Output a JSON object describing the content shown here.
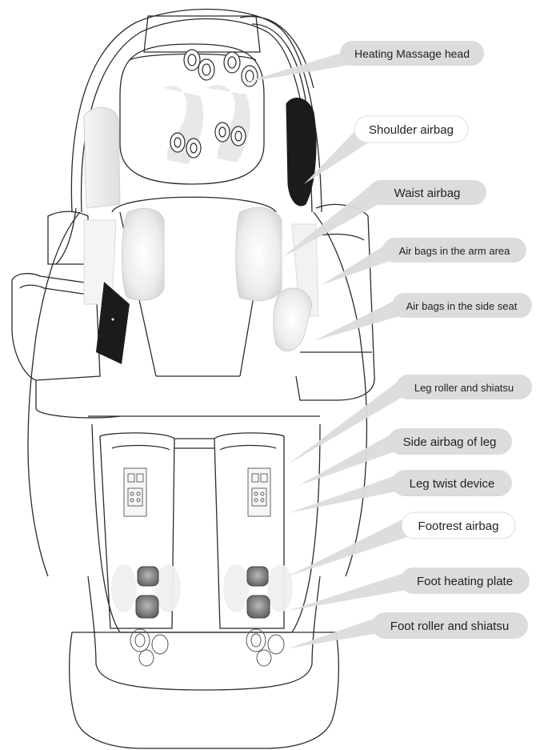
{
  "labels": [
    {
      "id": "heating-massage-head",
      "text": "Heating Massage head"
    },
    {
      "id": "shoulder-airbag",
      "text": "Shoulder airbag"
    },
    {
      "id": "waist-airbag",
      "text": "Waist  airbag"
    },
    {
      "id": "arm-area-airbags",
      "text": "Air bags in the arm area"
    },
    {
      "id": "side-seat-airbags",
      "text": "Air bags in the side seat"
    },
    {
      "id": "leg-roller-shiatsu",
      "text": "Leg roller and shiatsu"
    },
    {
      "id": "side-airbag-leg",
      "text": "Side airbag of leg"
    },
    {
      "id": "leg-twist-device",
      "text": "Leg twist device"
    },
    {
      "id": "footrest-airbag",
      "text": "Footrest airbag"
    },
    {
      "id": "foot-heating-plate",
      "text": "Foot heating plate"
    },
    {
      "id": "foot-roller-shiatsu",
      "text": "Foot roller and shiatsu"
    }
  ],
  "colors": {
    "outline": "#2b2b2b",
    "callout_fill": "#dcdcdc",
    "highlight_fill": "#ffffff",
    "airbag_black": "#1b1b1b",
    "pad_light": "#e9e9e9",
    "pad_dark": "#8a8a8a"
  }
}
